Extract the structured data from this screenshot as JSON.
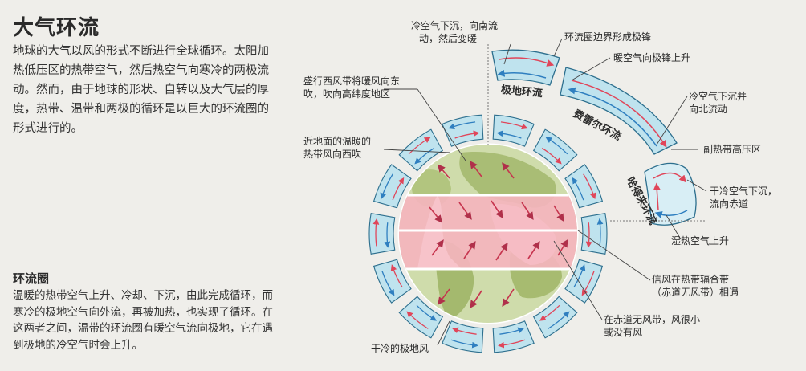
{
  "title": "大气环流",
  "intro": "地球的大气以风的形式不断进行全球循环。太阳加热低压区的热带空气，然后热空气向寒冷的两极流动。然而，由于地球的形状、自转以及大气层的厚度，热带、温带和两极的循环是以巨大的环流圈的形式进行的。",
  "section": {
    "heading": "环流圈",
    "text": "温暖的热带空气上升、冷却、下沉，由此完成循环，而寒冷的极地空气向外流，再被加热，也实现了循环。在这两者之间，温带的环流圈有暖空气流向极地，它在遇到极地的冷空气时会上升。"
  },
  "cells": {
    "polar": "极地环流",
    "ferrel": "费雷尔环流",
    "hadley": "哈得来环流"
  },
  "labels": {
    "cold_sink_south_1": "冷空气下沉，向南流",
    "cold_sink_south_2": "动，然后变暖",
    "polar_front": "环流圈边界形成极锋",
    "warm_to_front": "暖空气向极锋上升",
    "westerlies_1": "盛行西风带将暖风向东",
    "westerlies_2": "吹，吹向高纬度地区",
    "cold_sink_north_1": "冷空气下沉并",
    "cold_sink_north_2": "向北流动",
    "trade_west_1": "近地面的温暖的",
    "trade_west_2": "热带风向西吹",
    "subtropical_high": "副热带高压区",
    "dry_cold_1": "干冷空气下沉，",
    "dry_cold_2": "流向赤道",
    "humid_rise": "湿热空气上升",
    "itcz_1": "信风在热带辐合带",
    "itcz_2": "（赤道无风带）相遇",
    "doldrums_1": "在赤道无风带，风很小",
    "doldrums_2": "或没有风",
    "polar_easterlies": "干冷的极地风"
  },
  "colors": {
    "background": "#efeeea",
    "cell_fill": "#bfe3ee",
    "cell_stroke": "#2d6f8e",
    "warm_arrow": "#e0465a",
    "cold_arrow": "#2f7fc0",
    "land": "#9db36a",
    "ocean_green": "#c9d9a6",
    "tropic_band": "#f2a7b0"
  }
}
